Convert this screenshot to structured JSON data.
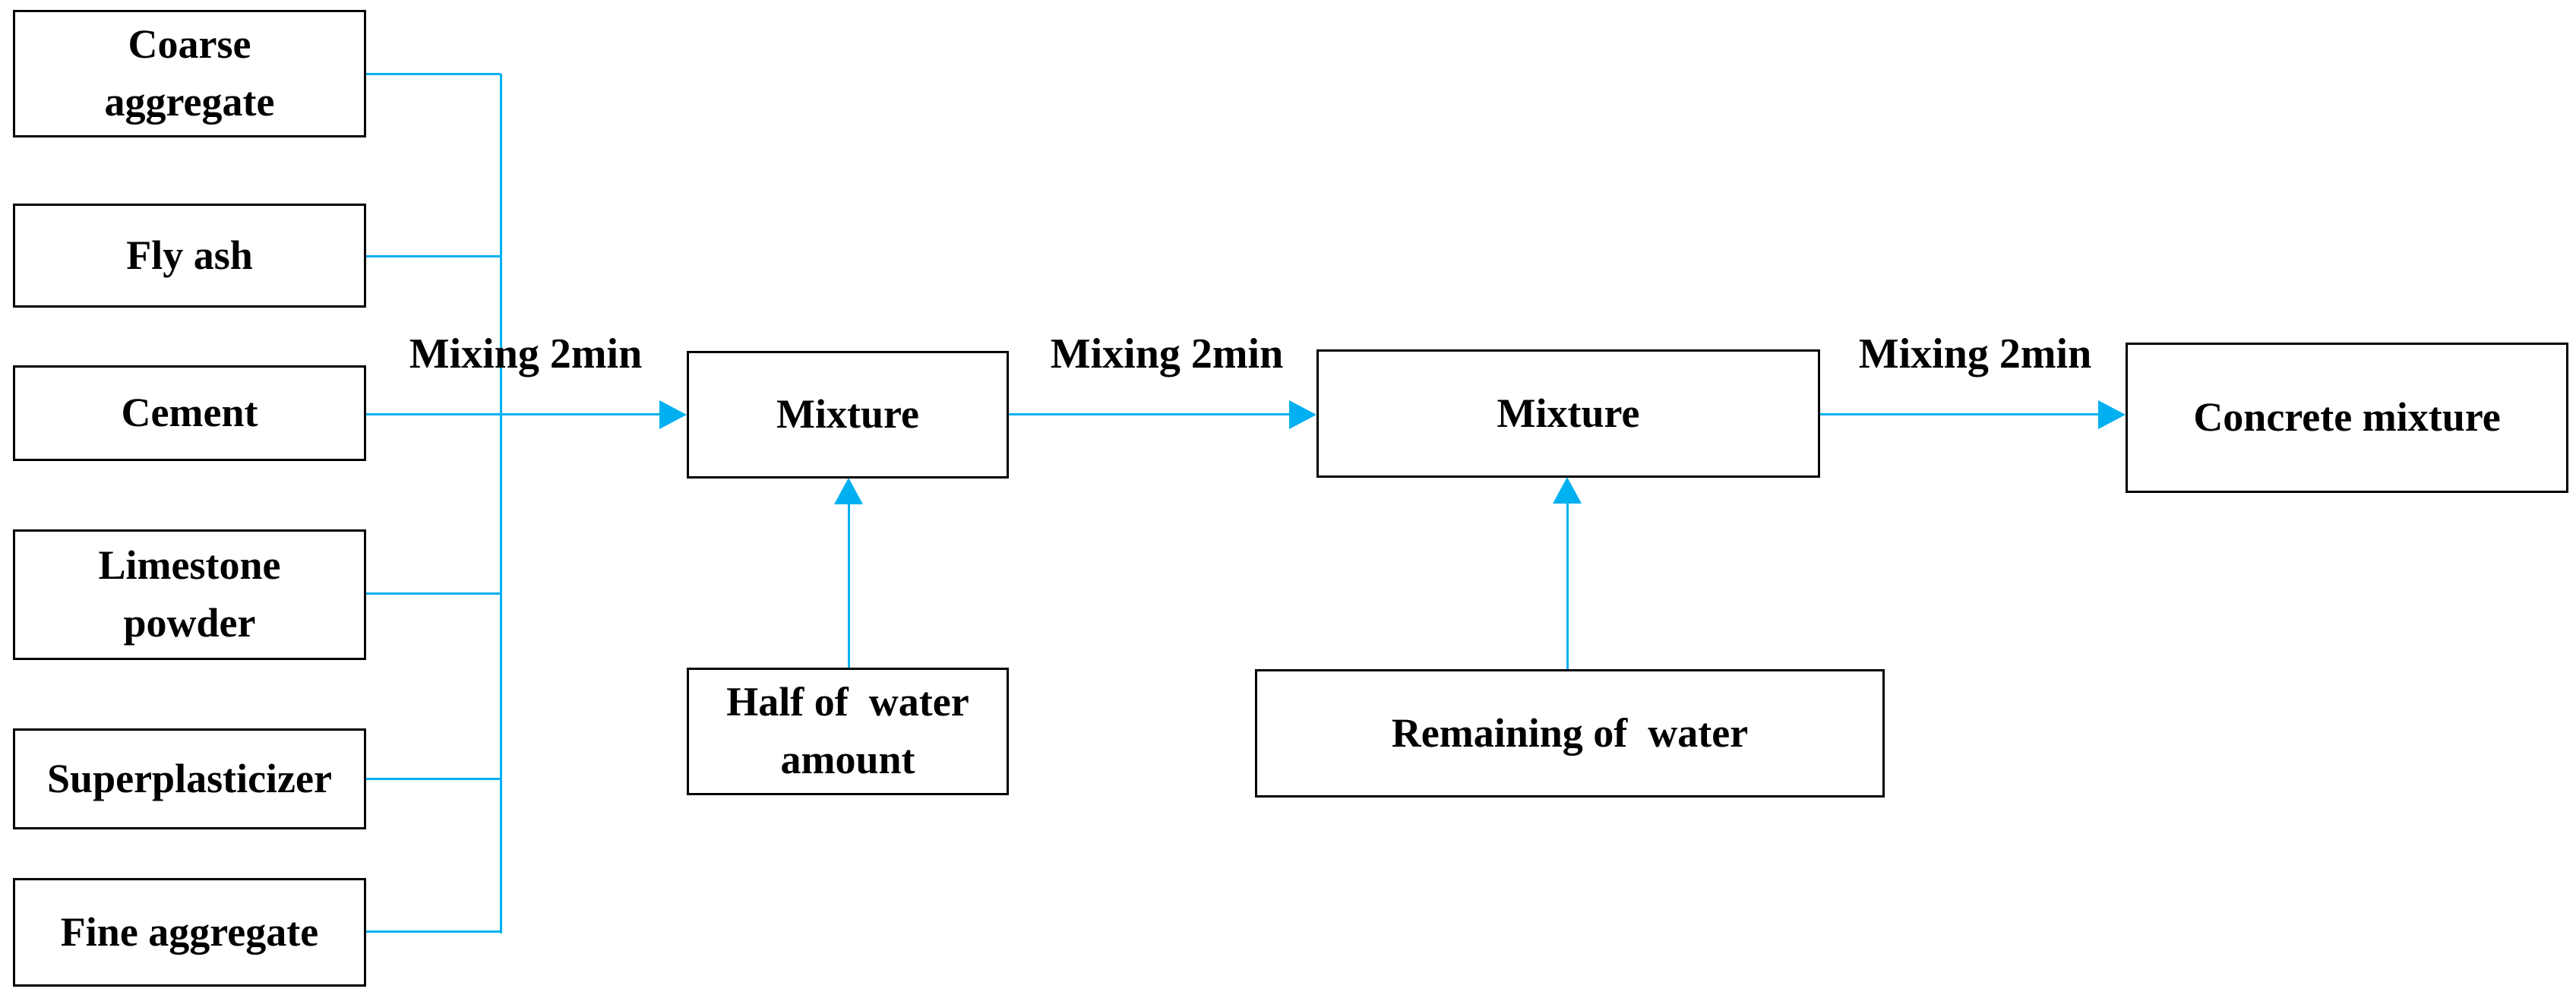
{
  "diagram": {
    "accent_color": "#00B0F0",
    "border_color": "#000000",
    "ingredients": [
      {
        "label": "Coarse\naggregate"
      },
      {
        "label": "Fly ash"
      },
      {
        "label": "Cement"
      },
      {
        "label": "Limestone\npowder"
      },
      {
        "label": "Superplasticizer"
      },
      {
        "label": "Fine aggregate"
      }
    ],
    "stages": [
      {
        "label": "Mixture"
      },
      {
        "label": "Mixture"
      },
      {
        "label": "Concrete mixture"
      }
    ],
    "water_inputs": [
      {
        "label": "Half of  water\namount"
      },
      {
        "label": "Remaining of  water"
      }
    ],
    "arrow_labels": [
      {
        "label": "Mixing 2min"
      },
      {
        "label": "Mixing 2min"
      },
      {
        "label": "Mixing 2min"
      }
    ]
  }
}
